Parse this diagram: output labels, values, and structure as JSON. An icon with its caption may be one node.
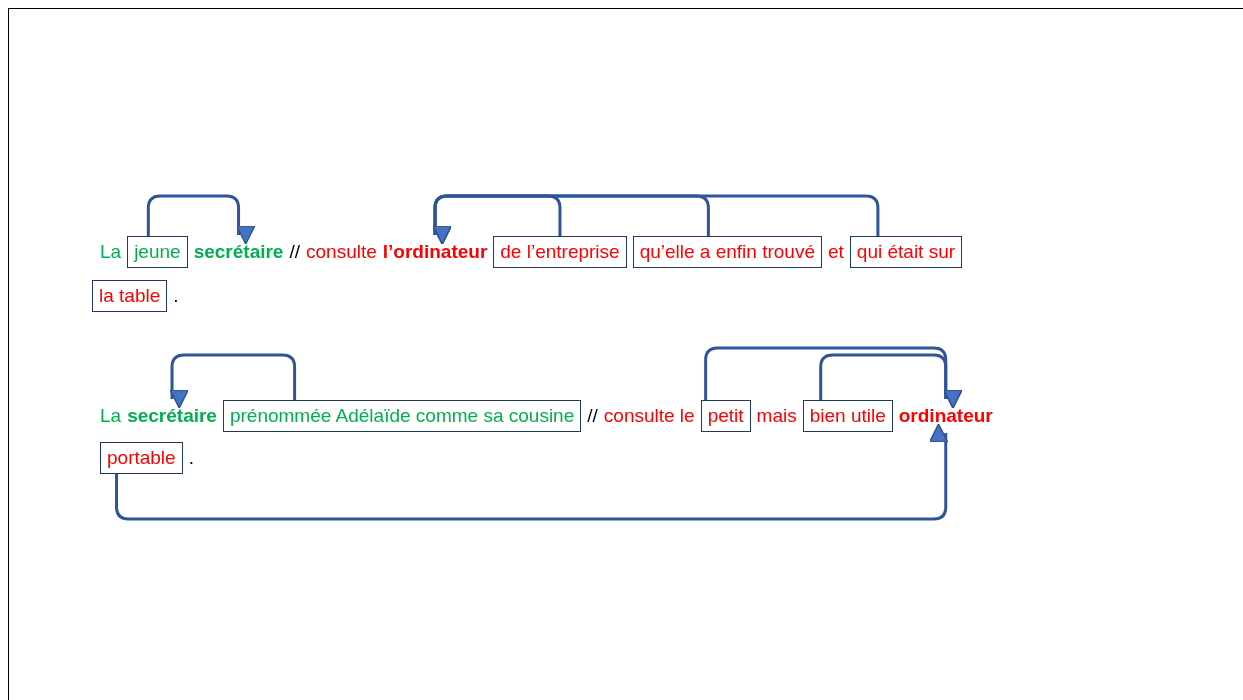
{
  "diagram": {
    "nodes": [
      {
        "text": [
          "jeune"
        ]
      },
      {
        "text": [
          "secrétaire"
        ]
      },
      {
        "text": [
          "l’ordinateur"
        ]
      },
      {
        "text": [
          "de l’entreprise"
        ]
      },
      {
        "text": [
          "qu’elle a enfin trouvé"
        ]
      },
      {
        "text": [
          "qui était sur"
        ]
      },
      {
        "text": [
          "la table"
        ]
      },
      {
        "text": [
          "secrétaire"
        ]
      },
      {
        "text": [
          "prénommée Adélaïde comme sa cousine"
        ]
      },
      {
        "text": [
          "petit"
        ]
      },
      {
        "text": [
          "bien utile"
        ]
      },
      {
        "text": [
          "ordinateur"
        ]
      },
      {
        "text": [
          "portable"
        ]
      }
    ],
    "edges": [
      {
        "from": 0,
        "to": 1,
        "arrow": "to"
      },
      {
        "from": 3,
        "to": 2,
        "arrow": "to"
      },
      {
        "from": 4,
        "to": 2,
        "arrow": "to"
      },
      {
        "from": 5,
        "to": 2,
        "arrow": "to"
      },
      {
        "from": 8,
        "to": 7,
        "arrow": "to"
      },
      {
        "from": 9,
        "to": 11,
        "arrow": "to"
      },
      {
        "from": 10,
        "to": 11,
        "arrow": "to"
      },
      {
        "from": 12,
        "to": 11,
        "arrow": "to"
      }
    ],
    "labels": [
      "La",
      "//",
      "consulte",
      "et",
      ".",
      "La",
      "//",
      "consulte le",
      "mais",
      "."
    ]
  }
}
